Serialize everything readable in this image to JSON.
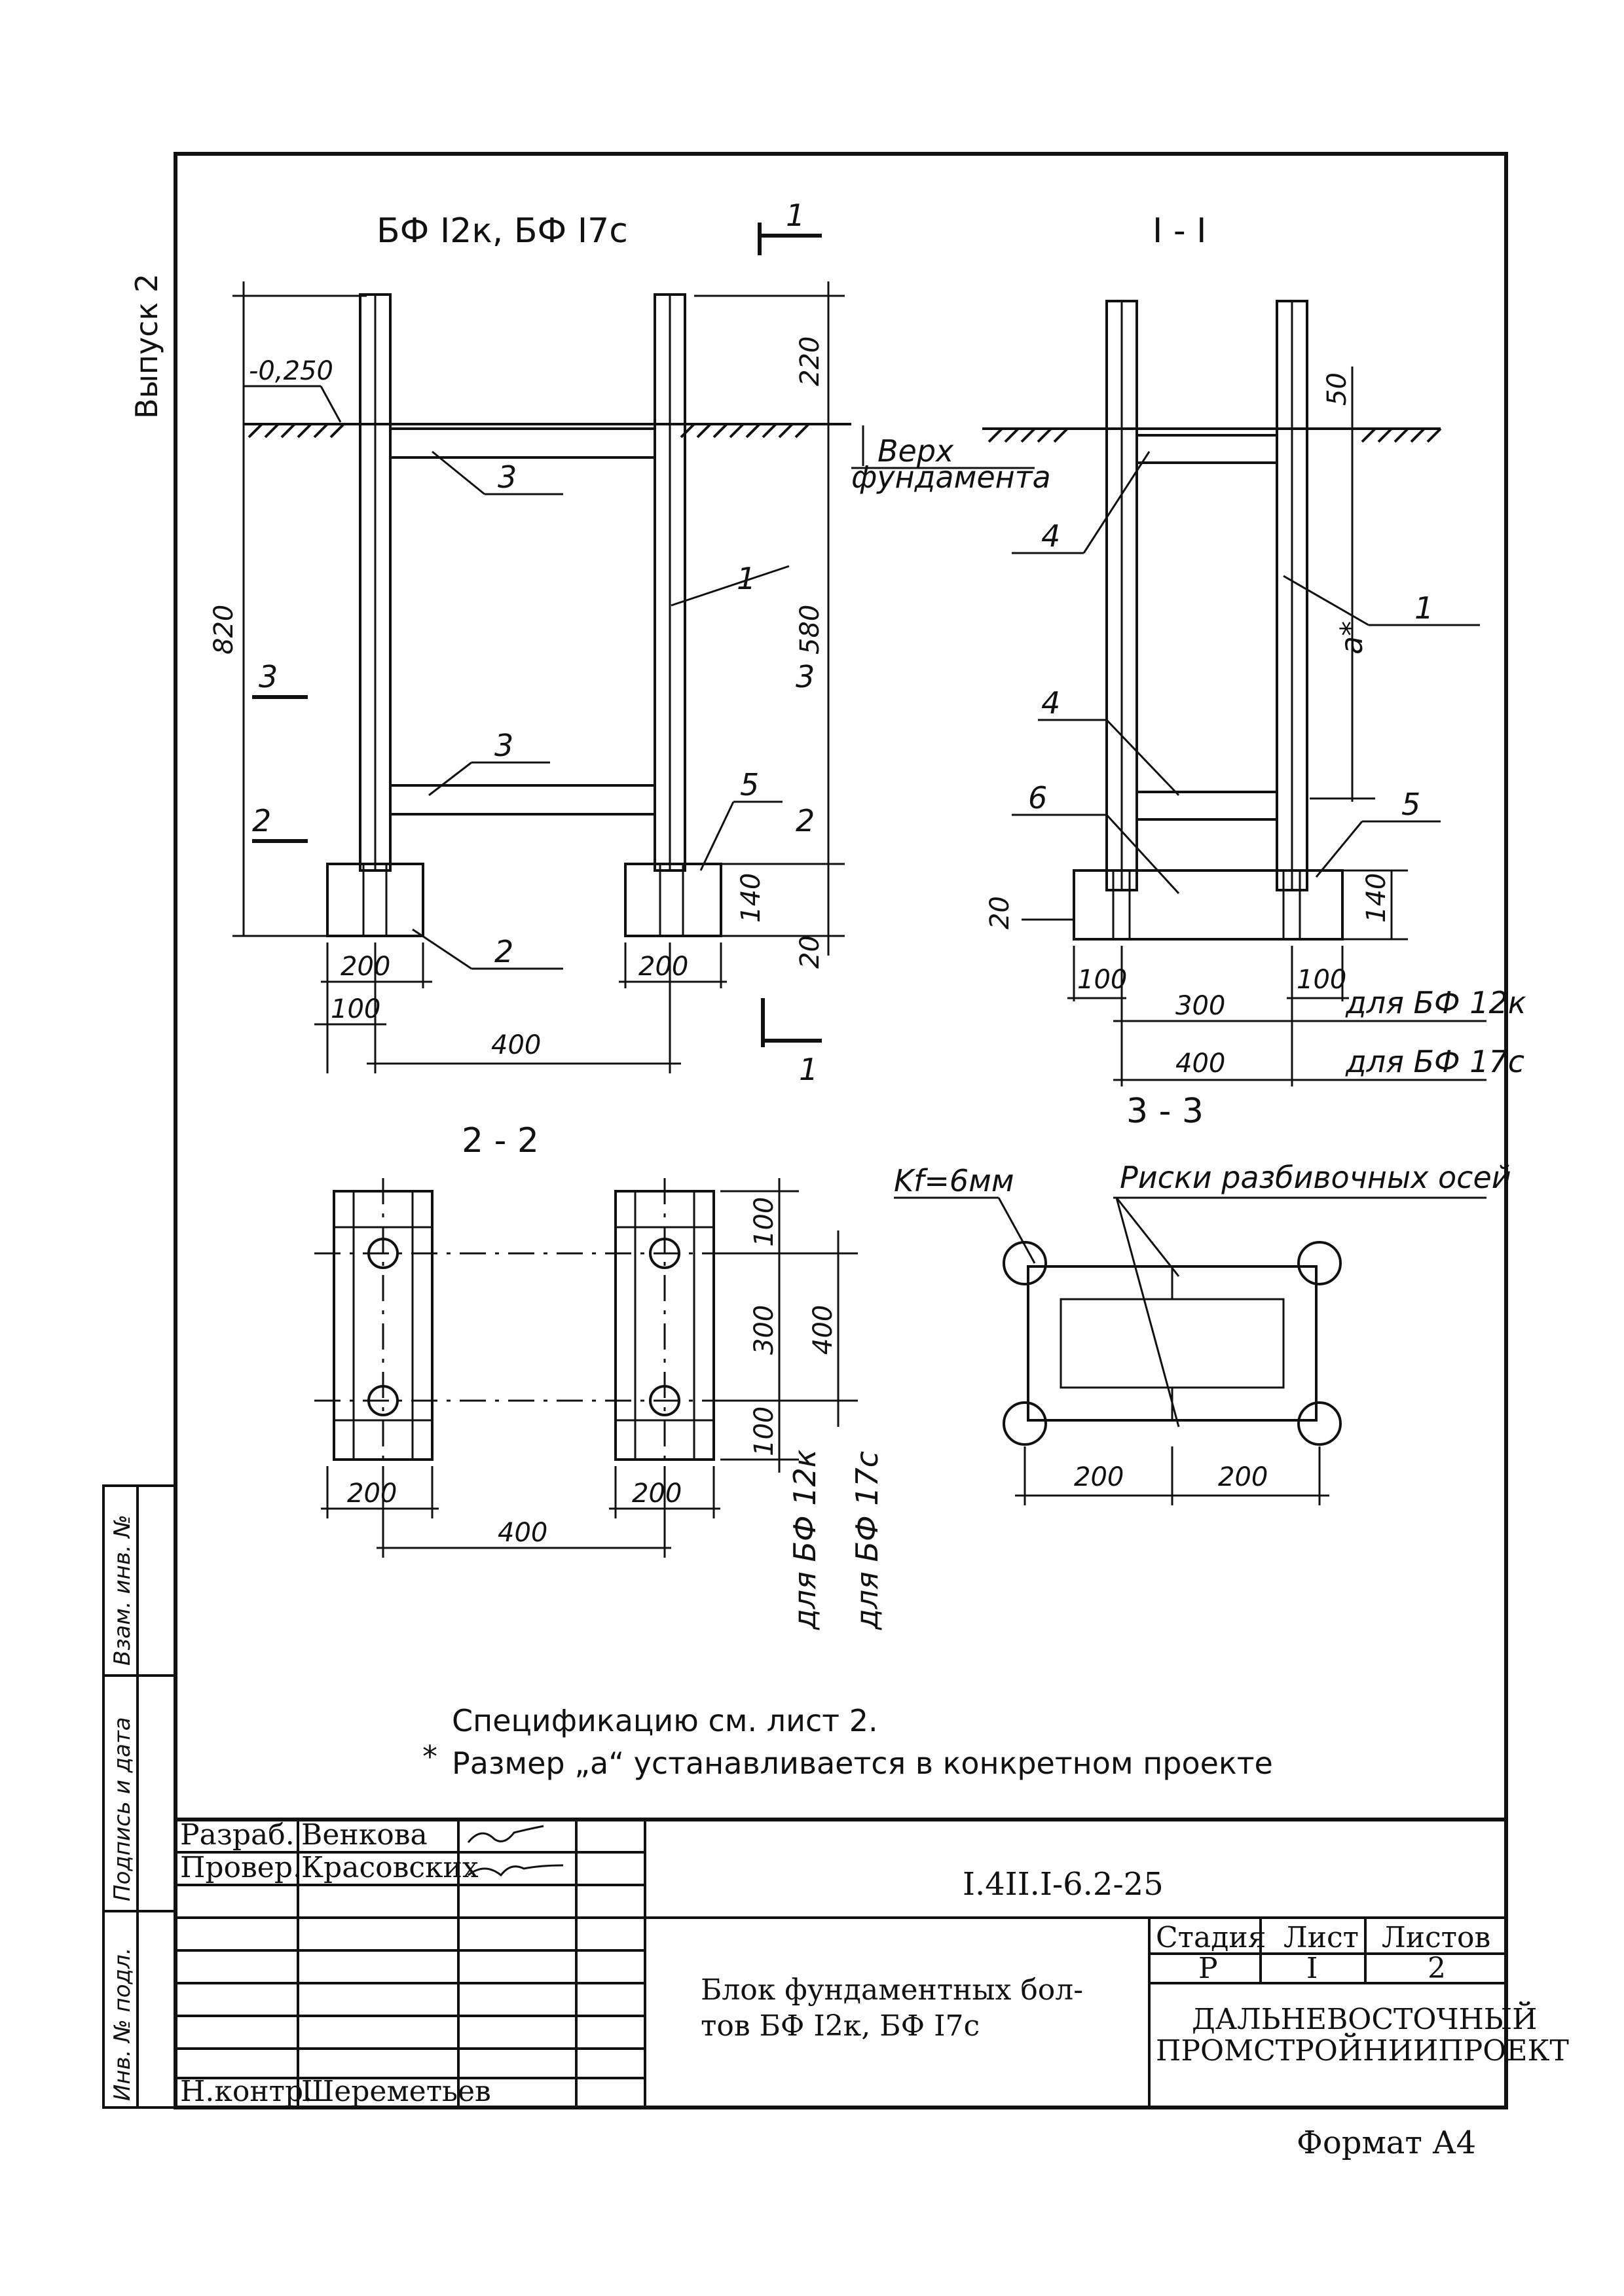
{
  "side_label": "Выпуск 2",
  "main_view": {
    "title": "БФ I2к, БФ I7с",
    "level_mark": "-0,250",
    "top_of_foundation": [
      "Верх",
      "фундамента"
    ],
    "dims": {
      "total_height": "820",
      "top_length": "220",
      "mid_length": "580",
      "base_height": "140",
      "base_offset": "20",
      "plate_width": "200",
      "edge_offset": "100",
      "axis_spacing": "400"
    },
    "item_labels": {
      "bolt": "1",
      "plate": "2",
      "bar": "3",
      "washer": "5"
    },
    "section_marks": {
      "cut1_top": "1",
      "cut1_bottom": "1",
      "cut3": "3",
      "cut2": "2"
    }
  },
  "section_1_1": {
    "title": "I - I",
    "dims": {
      "top_length": "50",
      "variable": "a*",
      "base_height": "140",
      "plate_offset": "20",
      "left_offset": "100",
      "right_offset": "100",
      "axis_12k": "300",
      "axis_17c": "400"
    },
    "item_labels": {
      "bar": "4",
      "bolt": "1",
      "bar_low": "4",
      "plate": "6",
      "washer": "5"
    },
    "applies_to": [
      "для БФ 12к",
      "для БФ 17с"
    ]
  },
  "section_2_2": {
    "title": "2 - 2",
    "dims": {
      "left_width": "200",
      "right_width": "200",
      "axis_spacing": "400",
      "edge_top": "100",
      "axis_12k": "300",
      "axis_17c": "400",
      "edge_bottom": "100"
    },
    "applies_to": [
      "для БФ 12к",
      "для БФ 17с"
    ]
  },
  "section_3_3": {
    "title": "3 - 3",
    "weld_leg": "Kf=6мм",
    "axes_note": "Риски разбивочных осей",
    "dims": {
      "left": "200",
      "right": "200"
    }
  },
  "notes": [
    "Спецификацию см. лист 2.",
    "Размер „a“ устанавливается в конкретном проекте"
  ],
  "title_block": {
    "rows": [
      {
        "role": "Разраб.",
        "name": "Венкова"
      },
      {
        "role": "Провер.",
        "name": "Красовских"
      },
      {
        "role": "Н.контр.",
        "name": "Шереметьев"
      }
    ],
    "document_code": "I.4II.I-6.2-25",
    "item_name": [
      "Блок фундаментных бол-",
      "тов БФ I2к, БФ I7с"
    ],
    "stage_header": "Стадия",
    "sheet_header": "Лист",
    "sheets_header": "Листов",
    "stage": "Р",
    "sheet": "I",
    "sheets": "2",
    "organization": [
      "ДАЛЬНЕВОСТОЧНЫЙ",
      "ПРОМСТРОЙНИИПРОЕКТ"
    ]
  },
  "side_stamp": [
    "Инв. № подл.",
    "Подпись и дата",
    "Взам. инв. №"
  ],
  "format": "Формат А4"
}
